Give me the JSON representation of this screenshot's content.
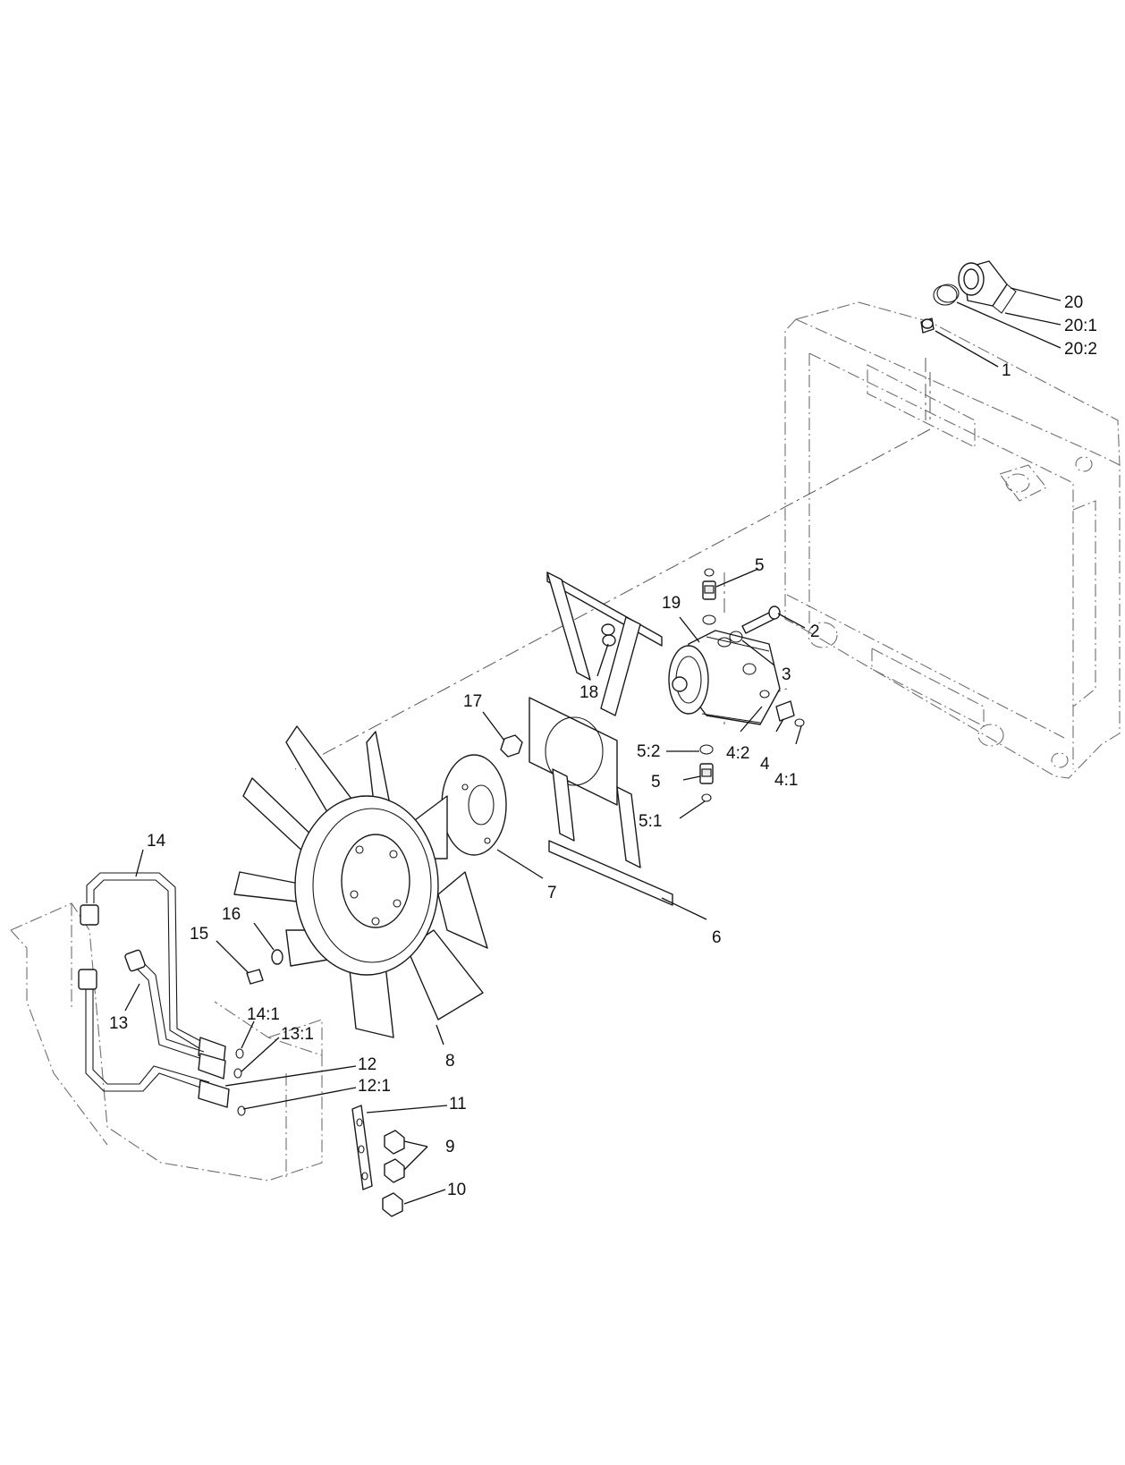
{
  "callouts": [
    {
      "id": "c20",
      "text": "20"
    },
    {
      "id": "c20_1",
      "text": "20:1"
    },
    {
      "id": "c20_2",
      "text": "20:2"
    },
    {
      "id": "c1",
      "text": "1"
    },
    {
      "id": "c5_top",
      "text": "5"
    },
    {
      "id": "c19",
      "text": "19"
    },
    {
      "id": "c2",
      "text": "2"
    },
    {
      "id": "c3",
      "text": "3"
    },
    {
      "id": "c18",
      "text": "18"
    },
    {
      "id": "c17",
      "text": "17"
    },
    {
      "id": "c5_2",
      "text": "5:2"
    },
    {
      "id": "c4_2",
      "text": "4:2"
    },
    {
      "id": "c4",
      "text": "4"
    },
    {
      "id": "c4_1",
      "text": "4:1"
    },
    {
      "id": "c5_bottom",
      "text": "5"
    },
    {
      "id": "c5_1",
      "text": "5:1"
    },
    {
      "id": "c7",
      "text": "7"
    },
    {
      "id": "c6",
      "text": "6"
    },
    {
      "id": "c14",
      "text": "14"
    },
    {
      "id": "c16",
      "text": "16"
    },
    {
      "id": "c15",
      "text": "15"
    },
    {
      "id": "c13",
      "text": "13"
    },
    {
      "id": "c14_1",
      "text": "14:1"
    },
    {
      "id": "c13_1",
      "text": "13:1"
    },
    {
      "id": "c8",
      "text": "8"
    },
    {
      "id": "c12",
      "text": "12"
    },
    {
      "id": "c12_1",
      "text": "12:1"
    },
    {
      "id": "c11",
      "text": "11"
    },
    {
      "id": "c9",
      "text": "9"
    },
    {
      "id": "c10",
      "text": "10"
    }
  ]
}
